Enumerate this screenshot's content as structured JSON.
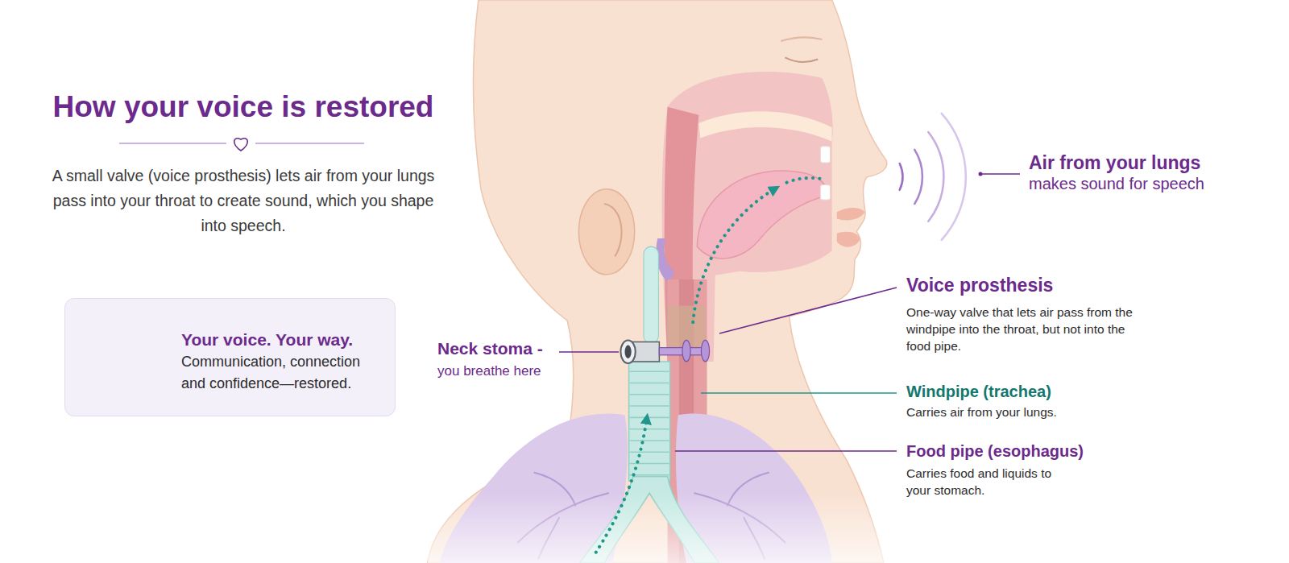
{
  "diagram": {
    "title": "How your voice is restored",
    "nodes": [
      {
        "text": [
          "Your voice. Your way.",
          "Communication, connection and confidence—restored."
        ]
      }
    ],
    "labels": [
      "A small valve (voice prosthesis) lets air from your lungs pass into your throat to create sound, which you shape into speech.",
      "Air from your lungs",
      "makes sound for speech",
      "Voice prosthesis",
      "One-way valve that lets air pass from the windpipe into the throat, but not into the food pipe.",
      "Neck stoma -",
      "you breathe here",
      "Windpipe (trachea)",
      "Carries air from your lungs.",
      "Food pipe (esophagus)",
      "Carries food and liquids to your stomach."
    ]
  }
}
